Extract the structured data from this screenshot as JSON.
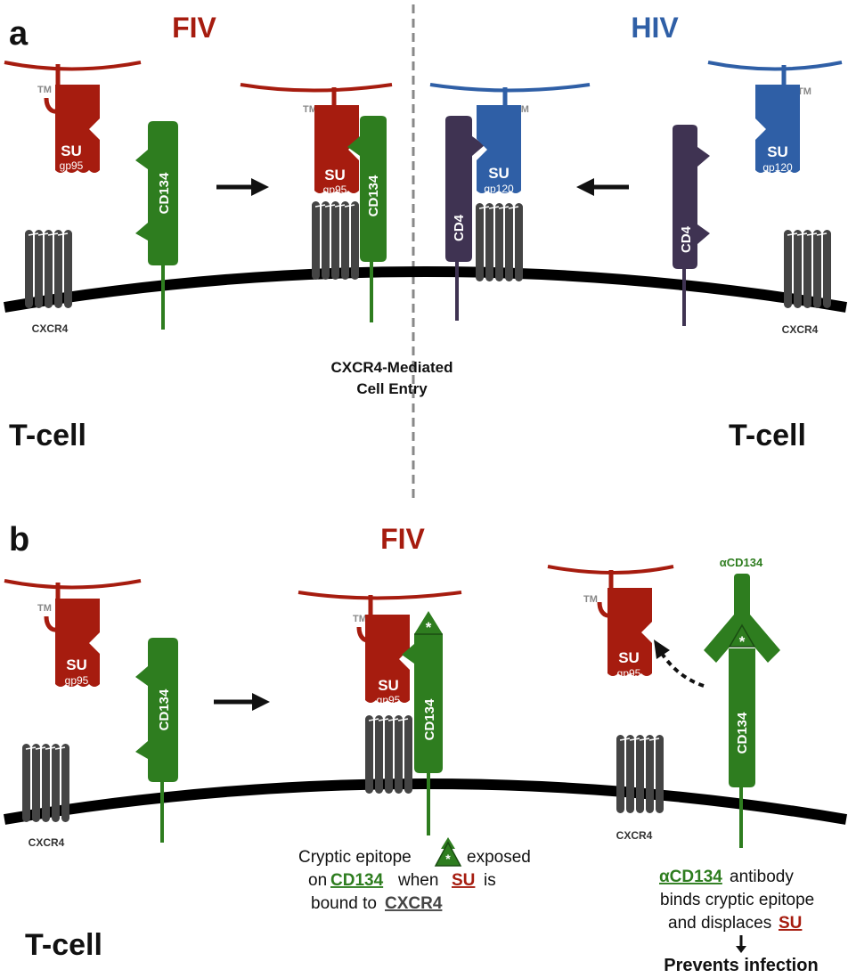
{
  "panel_a": {
    "label": "a",
    "left_virus": "FIV",
    "right_virus": "HIV",
    "left_cell": "T-cell",
    "right_cell": "T-cell",
    "center_caption_line1": "CXCR4-Mediated",
    "center_caption_line2": "Cell Entry"
  },
  "panel_b": {
    "label": "b",
    "virus": "FIV",
    "cell": "T-cell",
    "antibody_label": "αCD134",
    "caption_mid": {
      "l1a": "Cryptic epitope",
      "l1b": "exposed",
      "l2a": "on",
      "l2b": "CD134",
      "l2c": "when",
      "l2d": "SU",
      "l2e": "is",
      "l3a": "bound to",
      "l3b": "CXCR4"
    },
    "caption_right": {
      "l1a": "αCD134",
      "l1b": "antibody",
      "l2": "binds cryptic epitope",
      "l3a": "and displaces",
      "l3b": "SU",
      "result": "Prevents infection"
    }
  },
  "labels": {
    "su": "SU",
    "tm": "TM",
    "gp95": "gp95",
    "gp120": "gp120",
    "cd134": "CD134",
    "cd4": "CD4",
    "cxcr4": "CXCR4",
    "star": "*"
  },
  "colors": {
    "fiv_red": "#a61c0f",
    "hiv_blue": "#2f5fa6",
    "cd134_green": "#2e7d1f",
    "cd4_purple": "#3f3352",
    "cxcr4_gray": "#444444",
    "membrane": "#000000"
  }
}
